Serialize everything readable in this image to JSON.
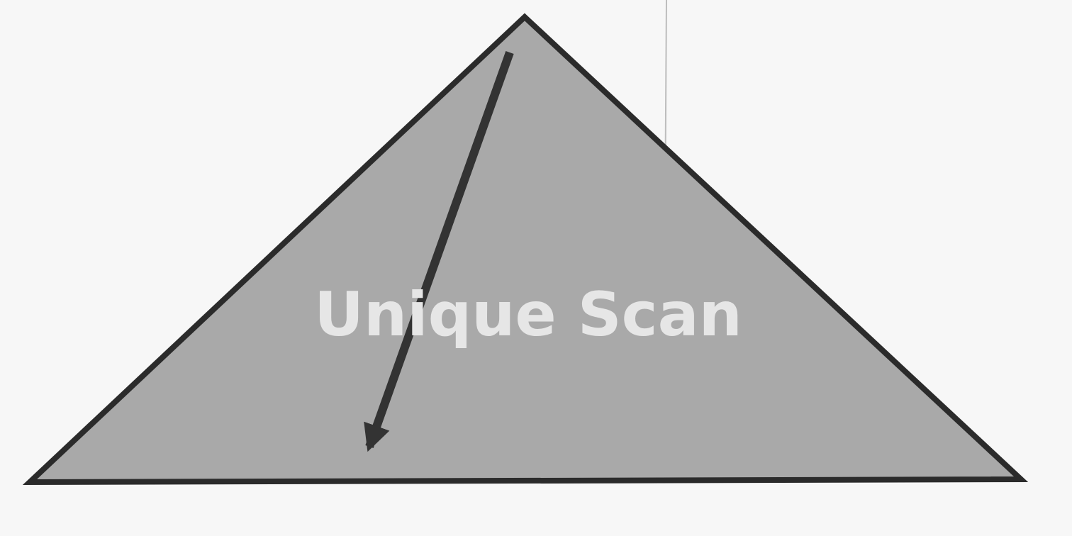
{
  "diagram": {
    "shape": "triangle",
    "label": "Unique Scan",
    "arrow_direction": "down-left",
    "colors": {
      "background": "#f7f7f7",
      "fill": "#a9a9a9",
      "outline": "#2b2b2b",
      "arrow": "#333333",
      "label": "#e6e6e6"
    }
  }
}
